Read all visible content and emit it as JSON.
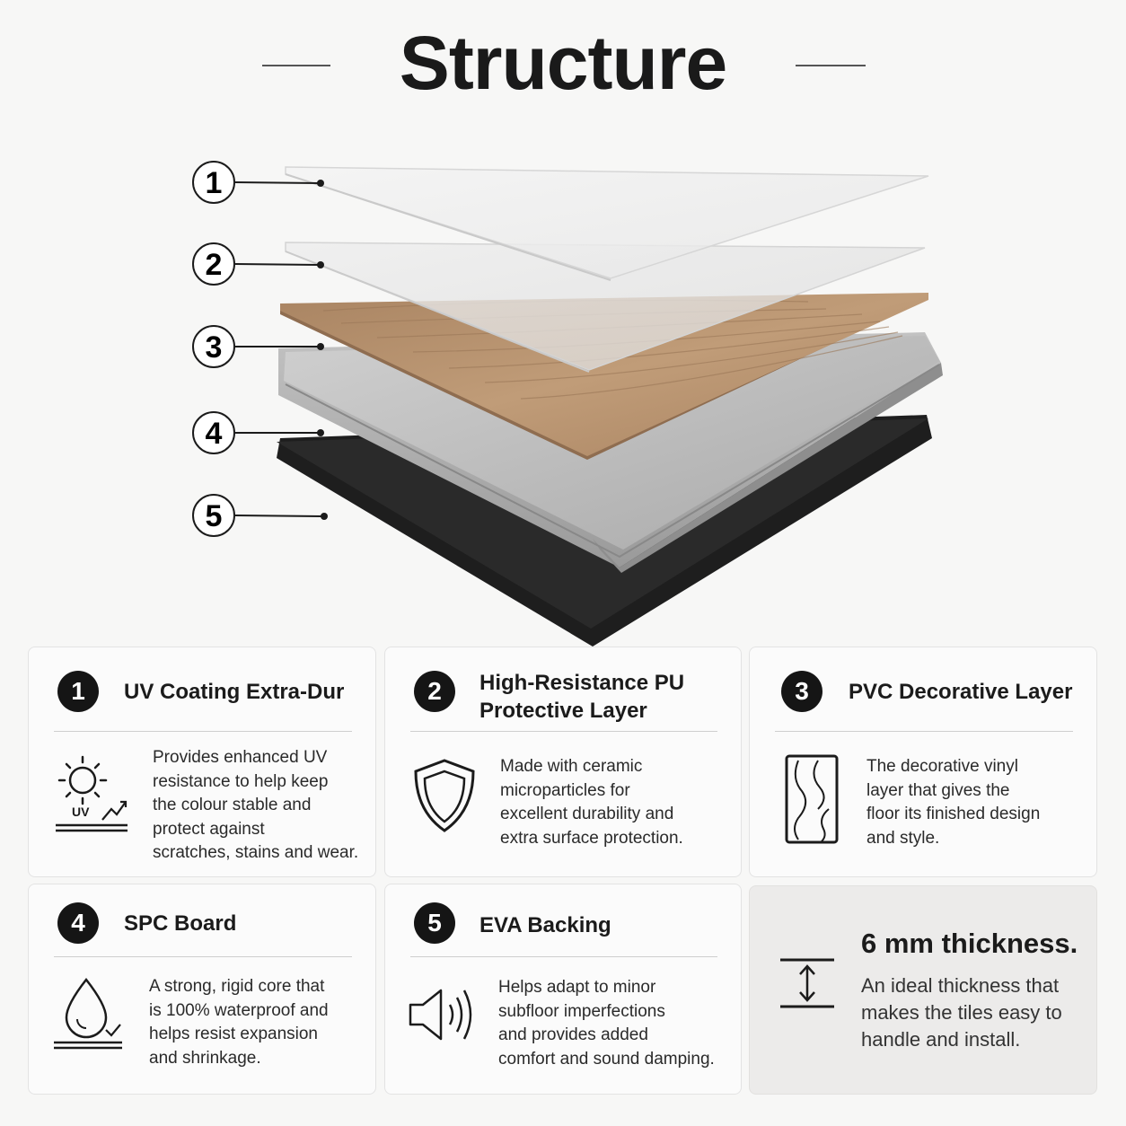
{
  "page": {
    "title": "Structure"
  },
  "diagram": {
    "callouts": [
      "1",
      "2",
      "3",
      "4",
      "5"
    ]
  },
  "cards": [
    {
      "number": "1",
      "title_lines": [
        "UV Coating Extra-Dur"
      ],
      "icon": "uv-sun-icon",
      "icon_text": "UV",
      "description": [
        "Provides enhanced UV",
        "resistance to help keep",
        "the colour stable and",
        "protect against",
        "scratches, stains and wear."
      ]
    },
    {
      "number": "2",
      "title_lines": [
        "High-Resistance PU",
        "Protective Layer"
      ],
      "icon": "shield-icon",
      "description": [
        "Made with ceramic",
        "microparticles for",
        "excellent durability and",
        "extra surface protection."
      ]
    },
    {
      "number": "3",
      "title_lines": [
        "PVC Decorative Layer"
      ],
      "icon": "wood-grain-panel-icon",
      "description": [
        "The decorative vinyl",
        "layer that gives the",
        "floor its finished design",
        "and style."
      ]
    },
    {
      "number": "4",
      "title_lines": [
        "SPC Board"
      ],
      "icon": "water-drop-icon",
      "description": [
        "A strong, rigid core that",
        "is 100% waterproof and",
        "helps resist expansion",
        "and shrinkage."
      ]
    },
    {
      "number": "5",
      "title_lines": [
        "EVA Backing"
      ],
      "icon": "speaker-sound-icon",
      "description": [
        "Helps adapt to minor",
        "subfloor imperfections",
        "and provides added",
        "comfort and sound damping."
      ]
    }
  ],
  "thickness": {
    "title": "6 mm thickness.",
    "icon": "vertical-measure-icon",
    "description": [
      "An ideal thickness that",
      "makes the tiles easy to",
      "handle and install."
    ]
  },
  "colors": {
    "background": "#f7f7f6",
    "badge": "#151515",
    "wood": "#b08a66",
    "spc": "#b9b9b9",
    "eva": "#1e1e1e"
  }
}
